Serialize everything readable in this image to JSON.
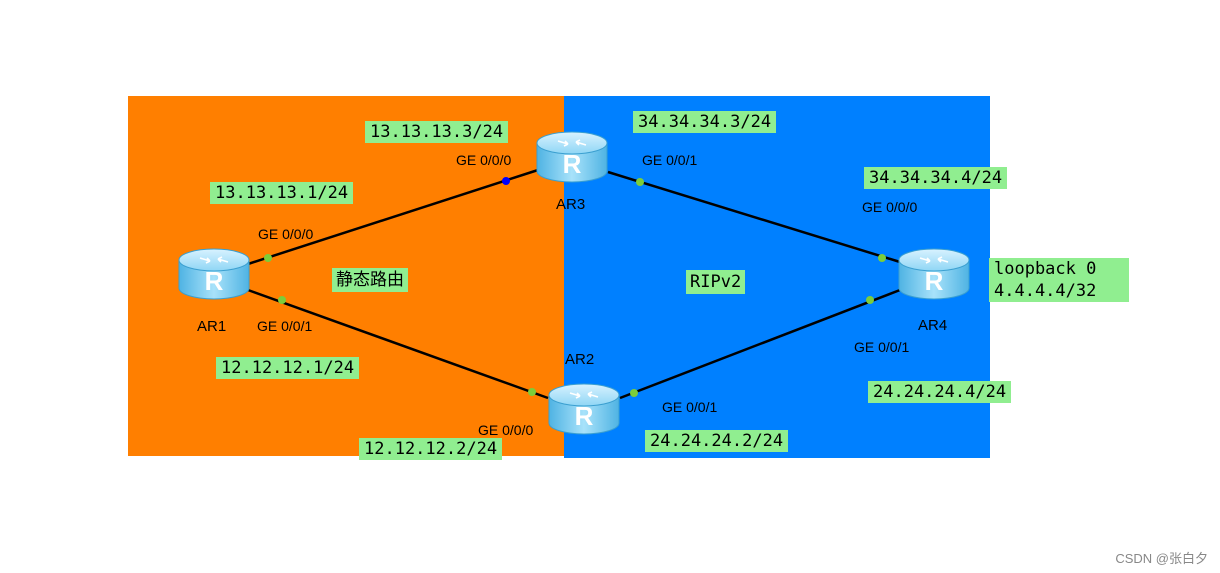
{
  "zones": {
    "left": {
      "label": "静态路由",
      "color": "#ff7f00"
    },
    "right": {
      "label": "RIPv2",
      "color": "#0080ff"
    }
  },
  "routers": {
    "ar1": {
      "name": "AR1"
    },
    "ar2": {
      "name": "AR2"
    },
    "ar3": {
      "name": "AR3"
    },
    "ar4": {
      "name": "AR4"
    }
  },
  "ports": {
    "ar1_g0": "GE 0/0/0",
    "ar1_g1": "GE 0/0/1",
    "ar3_g0": "GE 0/0/0",
    "ar3_g1": "GE 0/0/1",
    "ar2_g0": "GE 0/0/0",
    "ar2_g1": "GE 0/0/1",
    "ar4_g0": "GE 0/0/0",
    "ar4_g1": "GE 0/0/1"
  },
  "addresses": {
    "ar1_13": "13.13.13.1/24",
    "ar1_12": "12.12.12.1/24",
    "ar3_13": "13.13.13.3/24",
    "ar3_34": "34.34.34.3/24",
    "ar2_12": "12.12.12.2/24",
    "ar2_24": "24.24.24.2/24",
    "ar4_34": "34.34.34.4/24",
    "ar4_24": "24.24.24.4/24",
    "ar4_loopback": "loopback 0\n4.4.4.4/32"
  },
  "colors": {
    "label_bg": "#90ee90",
    "port_dot": "#7ccd3a",
    "port_dot_selected": "#0000ff",
    "router_body": "#7fcdf0"
  },
  "watermark": "CSDN @张白夕"
}
